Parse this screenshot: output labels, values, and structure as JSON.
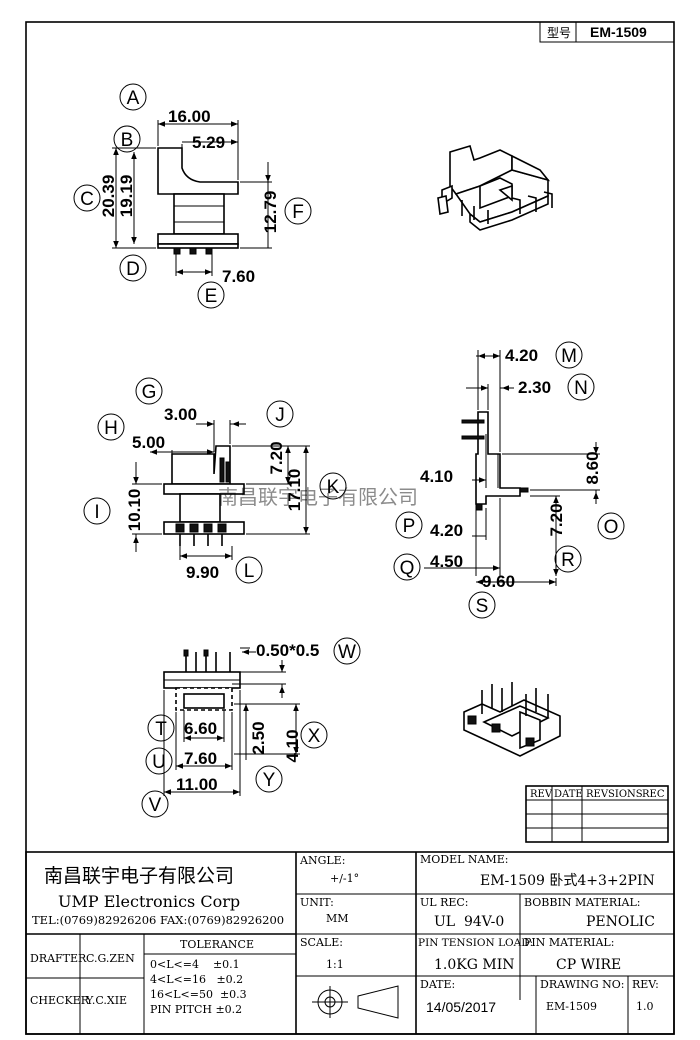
{
  "model_box": {
    "label": "型号",
    "value": "EM-1509"
  },
  "front_view": {
    "letters": [
      "A",
      "B",
      "C",
      "D",
      "E",
      "F"
    ],
    "dims": {
      "width_total": "16.00",
      "width_top": "5.29",
      "height_total": "20.39",
      "height_body": "19.19",
      "height_f": "12.79",
      "pin_pitch": "7.60"
    }
  },
  "side_view_left": {
    "letters": [
      "G",
      "H",
      "I",
      "J",
      "K",
      "L"
    ],
    "dims": {
      "g": "3.00",
      "h": "5.00",
      "i": "10.10",
      "j": "7.20",
      "k": "17.10",
      "l": "9.90"
    }
  },
  "side_view_right": {
    "letters": [
      "M",
      "N",
      "O",
      "P",
      "Q",
      "R",
      "S"
    ],
    "dims": {
      "m": "4.20",
      "n": "2.30",
      "t410": "4.10",
      "o_top": "8.60",
      "o": "7.20",
      "p": "4.20",
      "q": "4.50",
      "s": "9.60"
    }
  },
  "bottom_view": {
    "letters": [
      "W",
      "T",
      "U",
      "X",
      "Y",
      "V"
    ],
    "dims": {
      "w": "0.50*0.5",
      "t": "6.60",
      "u": "7.60",
      "x": "4.10",
      "y": "2.50",
      "v": "11.00"
    }
  },
  "watermark": "南昌联宇电子有限公司",
  "revision_table": {
    "headers": [
      "REV",
      "DATE",
      "REVSIONS",
      "REC"
    ]
  },
  "title_block": {
    "company_cn": "南昌联宇电子有限公司",
    "company_en": "UMP  Electronics  Corp",
    "contact": "TEL:(0769)82926206 FAX:(0769)82926200",
    "angle_label": "ANGLE:",
    "angle_value": "+/-1°",
    "unit_label": "UNIT:",
    "unit_value": "MM",
    "scale_label": "SCALE:",
    "scale_value": "1:1",
    "model_name_label": "MODEL NAME:",
    "model_name_value": "EM-1509 卧式4+3+2PIN",
    "ul_rec_label": "UL REC:",
    "ul_rec_value": "UL  94V-0",
    "bobbin_material_label": "BOBBIN MATERIAL:",
    "bobbin_material_value": "PENOLIC",
    "pin_tension_label": "PIN TENSION LOAD:",
    "pin_tension_value": "1.0KG MIN",
    "pin_material_label": "PIN MATERIAL:",
    "pin_material_value": "CP WIRE",
    "date_label": "DATE:",
    "date_value": "14/05/2017",
    "drawing_no_label": "DRAWING NO:",
    "drawing_no_value": "EM-1509",
    "rev_label": "REV:",
    "rev_value": "1.0",
    "drafter_label": "DRAFTER",
    "drafter_value": "C.G.ZEN",
    "checker_label": "CHECKER",
    "checker_value": "Y.C.XIE",
    "tolerance_label": "TOLERANCE",
    "tolerance_rows": [
      "0<L<=4    ±0.1",
      "4<L<=16   ±0.2",
      "16<L<=50  ±0.3",
      "PIN PITCH ±0.2"
    ]
  }
}
